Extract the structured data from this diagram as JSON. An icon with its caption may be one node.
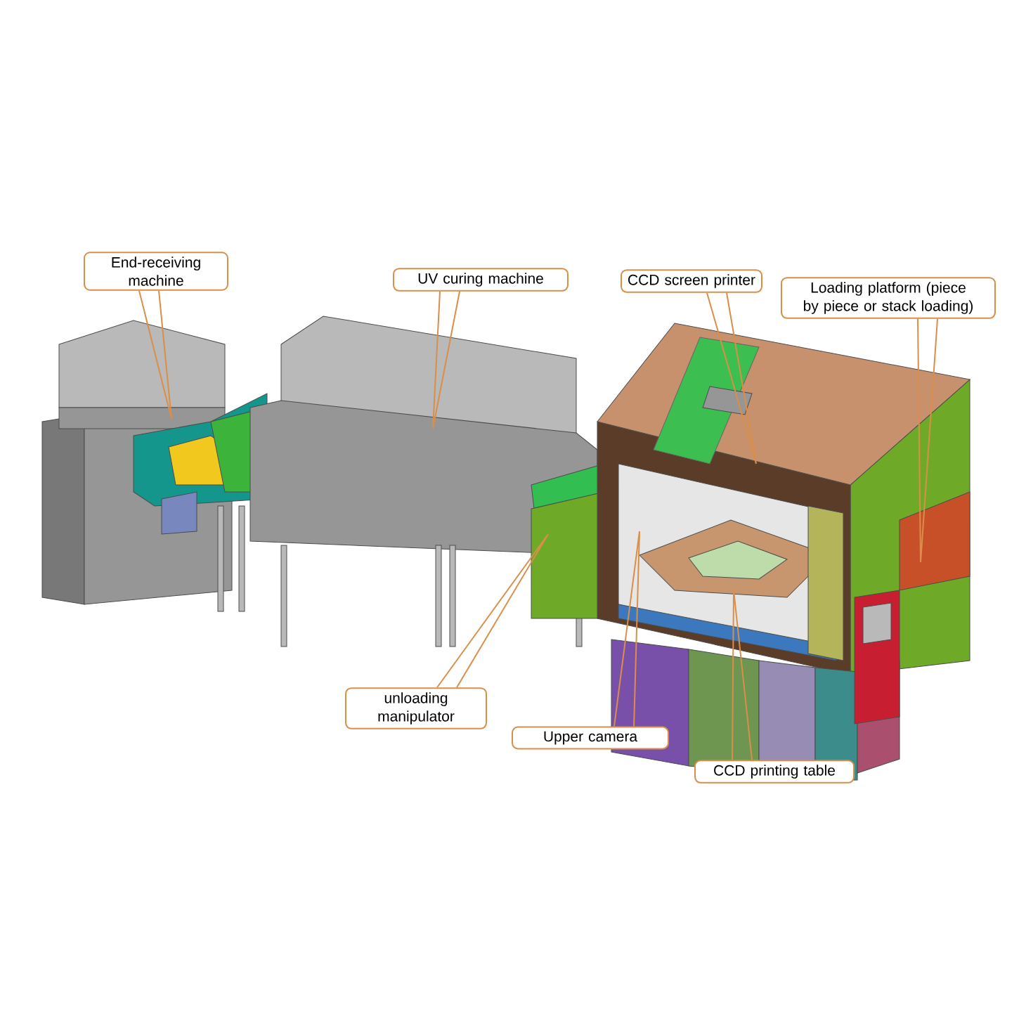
{
  "diagram": {
    "nodes": [
      {
        "text": [
          "End-receiving machine"
        ]
      },
      {
        "text": [
          "UV curing machine"
        ]
      },
      {
        "text": [
          "CCD screen printer"
        ]
      },
      {
        "text": [
          "Loading platform (piece by piece or stack loading)"
        ]
      },
      {
        "text": [
          "unloading manipulator"
        ]
      },
      {
        "text": [
          "Upper camera"
        ]
      },
      {
        "text": [
          "CCD printing table"
        ]
      }
    ],
    "edges": [
      {
        "from": 0,
        "to": null,
        "arrow": "none"
      },
      {
        "from": 1,
        "to": null,
        "arrow": "none"
      },
      {
        "from": 2,
        "to": null,
        "arrow": "none"
      },
      {
        "from": 3,
        "to": null,
        "arrow": "none"
      },
      {
        "from": 4,
        "to": null,
        "arrow": "none"
      },
      {
        "from": 5,
        "to": null,
        "arrow": "none"
      },
      {
        "from": 6,
        "to": null,
        "arrow": "none"
      }
    ]
  }
}
